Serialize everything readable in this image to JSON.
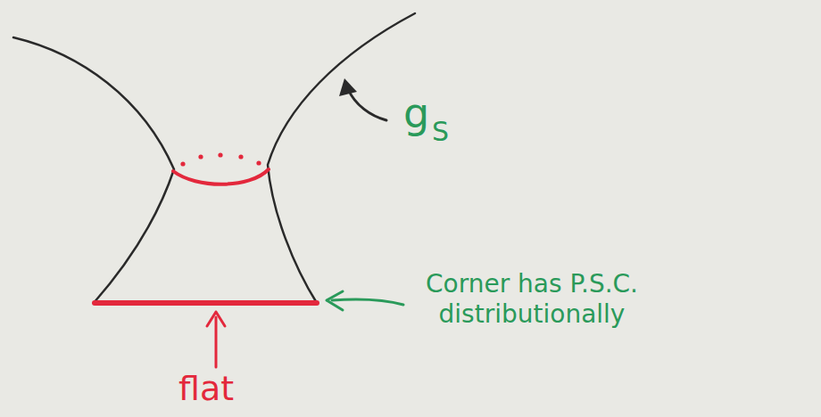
{
  "diagram": {
    "labels": [
      "g",
      "S",
      "Corner has P.S.C. distributionally",
      "flat"
    ]
  }
}
